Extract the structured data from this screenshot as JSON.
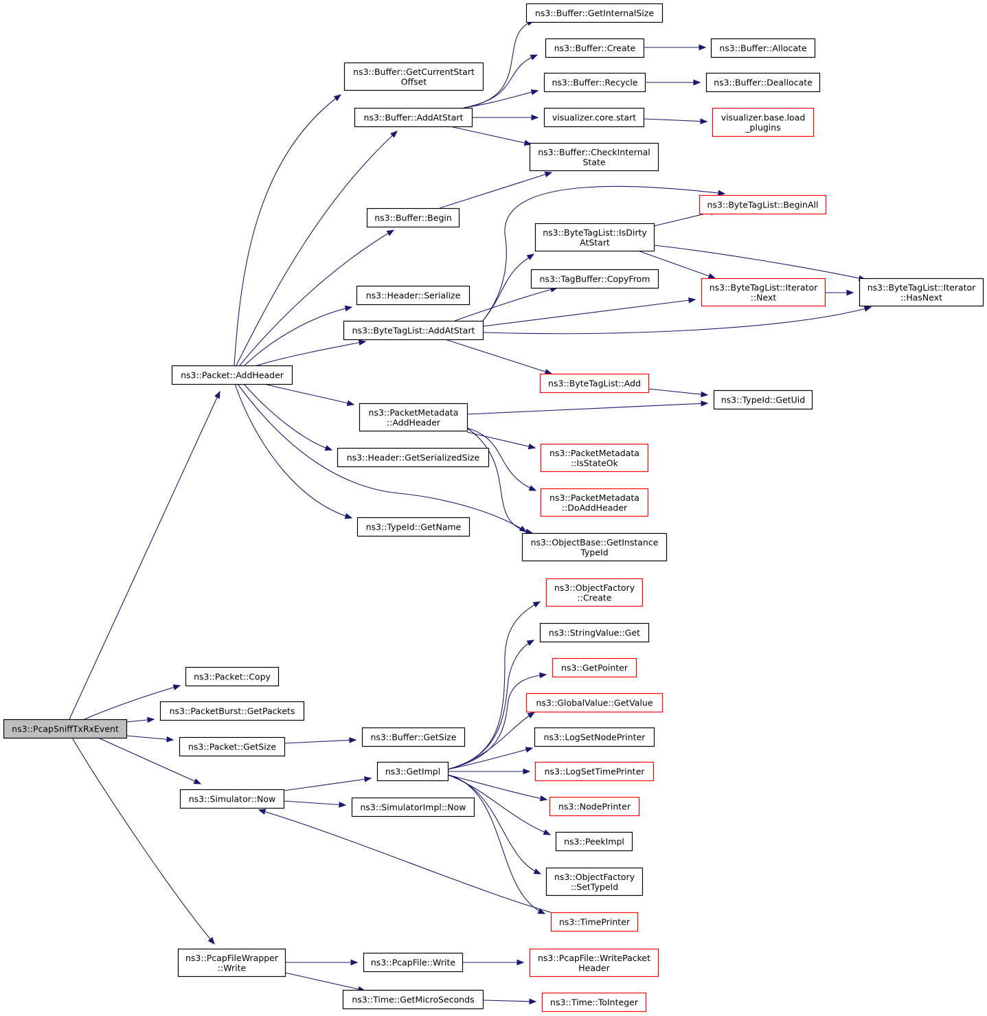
{
  "diagram": {
    "colors": {
      "edge": "#191970",
      "root_fill": "#bfbfbf",
      "normal_border": "#000000",
      "truncated_border": "#ff0000",
      "background": "#ffffff"
    },
    "nodes": [
      {
        "id": "pcapsniff",
        "lines": [
          "ns3::PcapSniffTxRxEvent"
        ],
        "style": "root"
      },
      {
        "id": "addheader",
        "lines": [
          "ns3::Packet::AddHeader"
        ],
        "style": "normal"
      },
      {
        "id": "copy",
        "lines": [
          "ns3::Packet::Copy"
        ],
        "style": "normal"
      },
      {
        "id": "getpackets",
        "lines": [
          "ns3::PacketBurst::GetPackets"
        ],
        "style": "normal"
      },
      {
        "id": "getsize",
        "lines": [
          "ns3::Packet::GetSize"
        ],
        "style": "normal"
      },
      {
        "id": "simnow",
        "lines": [
          "ns3::Simulator::Now"
        ],
        "style": "normal"
      },
      {
        "id": "pfwwrite",
        "lines": [
          "ns3::PcapFileWrapper",
          "::Write"
        ],
        "style": "normal"
      },
      {
        "id": "getcurrentstart",
        "lines": [
          "ns3::Buffer::GetCurrentStart",
          "Offset"
        ],
        "style": "normal"
      },
      {
        "id": "bufaddatstart",
        "lines": [
          "ns3::Buffer::AddAtStart"
        ],
        "style": "normal"
      },
      {
        "id": "bufbegin",
        "lines": [
          "ns3::Buffer::Begin"
        ],
        "style": "normal"
      },
      {
        "id": "hdrserialize",
        "lines": [
          "ns3::Header::Serialize"
        ],
        "style": "normal"
      },
      {
        "id": "btladdatstart",
        "lines": [
          "ns3::ByteTagList::AddAtStart"
        ],
        "style": "normal"
      },
      {
        "id": "pmaddheader",
        "lines": [
          "ns3::PacketMetadata",
          "::AddHeader"
        ],
        "style": "normal"
      },
      {
        "id": "hdrgetsersize",
        "lines": [
          "ns3::Header::GetSerializedSize"
        ],
        "style": "normal"
      },
      {
        "id": "typeidgetname",
        "lines": [
          "ns3::TypeId::GetName"
        ],
        "style": "normal"
      },
      {
        "id": "bufgetinternalsize",
        "lines": [
          "ns3::Buffer::GetInternalSize"
        ],
        "style": "normal"
      },
      {
        "id": "bufcreate",
        "lines": [
          "ns3::Buffer::Create"
        ],
        "style": "normal"
      },
      {
        "id": "bufrecycle",
        "lines": [
          "ns3::Buffer::Recycle"
        ],
        "style": "normal"
      },
      {
        "id": "viscorestart",
        "lines": [
          "visualizer.core.start"
        ],
        "style": "normal"
      },
      {
        "id": "bufcheckinternal",
        "lines": [
          "ns3::Buffer::CheckInternal",
          "State"
        ],
        "style": "normal"
      },
      {
        "id": "bufallocate",
        "lines": [
          "ns3::Buffer::Allocate"
        ],
        "style": "normal"
      },
      {
        "id": "bufdeallocate",
        "lines": [
          "ns3::Buffer::Deallocate"
        ],
        "style": "normal"
      },
      {
        "id": "visbaseload",
        "lines": [
          "visualizer.base.load",
          "_plugins"
        ],
        "style": "truncated"
      },
      {
        "id": "btlbeginall",
        "lines": [
          "ns3::ByteTagList::BeginAll"
        ],
        "style": "truncated"
      },
      {
        "id": "btlisdirty",
        "lines": [
          "ns3::ByteTagList::IsDirty",
          "AtStart"
        ],
        "style": "normal"
      },
      {
        "id": "tagbufcopyfrom",
        "lines": [
          "ns3::TagBuffer::CopyFrom"
        ],
        "style": "normal"
      },
      {
        "id": "btliternext",
        "lines": [
          "ns3::ByteTagList::Iterator",
          "::Next"
        ],
        "style": "truncated"
      },
      {
        "id": "btliterhasnext",
        "lines": [
          "ns3::ByteTagList::Iterator",
          "::HasNext"
        ],
        "style": "normal"
      },
      {
        "id": "btladd",
        "lines": [
          "ns3::ByteTagList::Add"
        ],
        "style": "truncated"
      },
      {
        "id": "typeidgetuid",
        "lines": [
          "ns3::TypeId::GetUid"
        ],
        "style": "normal"
      },
      {
        "id": "pmisstateok",
        "lines": [
          "ns3::PacketMetadata",
          "::IsStateOk"
        ],
        "style": "truncated"
      },
      {
        "id": "pmdoaddheader",
        "lines": [
          "ns3::PacketMetadata",
          "::DoAddHeader"
        ],
        "style": "truncated"
      },
      {
        "id": "objbasegetinst",
        "lines": [
          "ns3::ObjectBase::GetInstance",
          "TypeId"
        ],
        "style": "normal"
      },
      {
        "id": "buffergetsize",
        "lines": [
          "ns3::Buffer::GetSize"
        ],
        "style": "normal"
      },
      {
        "id": "getimpl",
        "lines": [
          "ns3::GetImpl"
        ],
        "style": "normal"
      },
      {
        "id": "simimplnow",
        "lines": [
          "ns3::SimulatorImpl::Now"
        ],
        "style": "normal"
      },
      {
        "id": "objfactcreate",
        "lines": [
          "ns3::ObjectFactory",
          "::Create"
        ],
        "style": "truncated"
      },
      {
        "id": "stringvalueget",
        "lines": [
          "ns3::StringValue::Get"
        ],
        "style": "normal"
      },
      {
        "id": "getpointer",
        "lines": [
          "ns3::GetPointer"
        ],
        "style": "truncated"
      },
      {
        "id": "globalvaluegetvalue",
        "lines": [
          "ns3::GlobalValue::GetValue"
        ],
        "style": "truncated"
      },
      {
        "id": "logsetnodeprinter",
        "lines": [
          "ns3::LogSetNodePrinter"
        ],
        "style": "normal"
      },
      {
        "id": "logsettimeprinter",
        "lines": [
          "ns3::LogSetTimePrinter"
        ],
        "style": "truncated"
      },
      {
        "id": "nodeprinter",
        "lines": [
          "ns3::NodePrinter"
        ],
        "style": "truncated"
      },
      {
        "id": "peekimpl",
        "lines": [
          "ns3::PeekImpl"
        ],
        "style": "normal"
      },
      {
        "id": "objfactsettypeid",
        "lines": [
          "ns3::ObjectFactory",
          "::SetTypeId"
        ],
        "style": "normal"
      },
      {
        "id": "timeprinter",
        "lines": [
          "ns3::TimePrinter"
        ],
        "style": "truncated"
      },
      {
        "id": "pcapfilewrite",
        "lines": [
          "ns3::PcapFile::Write"
        ],
        "style": "normal"
      },
      {
        "id": "pcapfilewritepkthdr",
        "lines": [
          "ns3::PcapFile::WritePacket",
          "Header"
        ],
        "style": "truncated"
      },
      {
        "id": "timegetmicro",
        "lines": [
          "ns3::Time::GetMicroSeconds"
        ],
        "style": "normal"
      },
      {
        "id": "timetointeger",
        "lines": [
          "ns3::Time::ToInteger"
        ],
        "style": "truncated"
      }
    ],
    "edges": [
      {
        "from": "pcapsniff",
        "to": "addheader"
      },
      {
        "from": "pcapsniff",
        "to": "copy"
      },
      {
        "from": "pcapsniff",
        "to": "getpackets"
      },
      {
        "from": "pcapsniff",
        "to": "getsize"
      },
      {
        "from": "pcapsniff",
        "to": "simnow"
      },
      {
        "from": "pcapsniff",
        "to": "pfwwrite"
      },
      {
        "from": "addheader",
        "to": "getcurrentstart"
      },
      {
        "from": "addheader",
        "to": "bufaddatstart"
      },
      {
        "from": "addheader",
        "to": "bufbegin"
      },
      {
        "from": "addheader",
        "to": "hdrserialize"
      },
      {
        "from": "addheader",
        "to": "btladdatstart"
      },
      {
        "from": "addheader",
        "to": "pmaddheader"
      },
      {
        "from": "addheader",
        "to": "hdrgetsersize"
      },
      {
        "from": "addheader",
        "to": "typeidgetname"
      },
      {
        "from": "addheader",
        "to": "objbasegetinst"
      },
      {
        "from": "bufaddatstart",
        "to": "bufgetinternalsize"
      },
      {
        "from": "bufaddatstart",
        "to": "bufcreate"
      },
      {
        "from": "bufaddatstart",
        "to": "bufrecycle"
      },
      {
        "from": "bufaddatstart",
        "to": "viscorestart"
      },
      {
        "from": "bufaddatstart",
        "to": "bufcheckinternal"
      },
      {
        "from": "bufcreate",
        "to": "bufallocate"
      },
      {
        "from": "bufrecycle",
        "to": "bufdeallocate"
      },
      {
        "from": "viscorestart",
        "to": "visbaseload"
      },
      {
        "from": "bufbegin",
        "to": "bufcheckinternal"
      },
      {
        "from": "btladdatstart",
        "to": "btlbeginall"
      },
      {
        "from": "btladdatstart",
        "to": "btlisdirty"
      },
      {
        "from": "btladdatstart",
        "to": "tagbufcopyfrom"
      },
      {
        "from": "btladdatstart",
        "to": "btliternext"
      },
      {
        "from": "btladdatstart",
        "to": "btliterhasnext"
      },
      {
        "from": "btladdatstart",
        "to": "btladd"
      },
      {
        "from": "btlisdirty",
        "to": "btlbeginall"
      },
      {
        "from": "btlisdirty",
        "to": "btliternext"
      },
      {
        "from": "btlisdirty",
        "to": "btliterhasnext"
      },
      {
        "from": "btliternext",
        "to": "btliterhasnext"
      },
      {
        "from": "btladd",
        "to": "typeidgetuid"
      },
      {
        "from": "pmaddheader",
        "to": "typeidgetuid"
      },
      {
        "from": "pmaddheader",
        "to": "pmisstateok"
      },
      {
        "from": "pmaddheader",
        "to": "pmdoaddheader"
      },
      {
        "from": "pmaddheader",
        "to": "objbasegetinst"
      },
      {
        "from": "getsize",
        "to": "buffergetsize"
      },
      {
        "from": "simnow",
        "to": "getimpl"
      },
      {
        "from": "simnow",
        "to": "simimplnow"
      },
      {
        "from": "getimpl",
        "to": "objfactcreate"
      },
      {
        "from": "getimpl",
        "to": "stringvalueget"
      },
      {
        "from": "getimpl",
        "to": "getpointer"
      },
      {
        "from": "getimpl",
        "to": "globalvaluegetvalue"
      },
      {
        "from": "getimpl",
        "to": "logsetnodeprinter"
      },
      {
        "from": "getimpl",
        "to": "logsettimeprinter"
      },
      {
        "from": "getimpl",
        "to": "nodeprinter"
      },
      {
        "from": "getimpl",
        "to": "peekimpl"
      },
      {
        "from": "getimpl",
        "to": "objfactsettypeid"
      },
      {
        "from": "getimpl",
        "to": "timeprinter"
      },
      {
        "from": "timeprinter",
        "to": "simnow"
      },
      {
        "from": "pfwwrite",
        "to": "pcapfilewrite"
      },
      {
        "from": "pfwwrite",
        "to": "timegetmicro"
      },
      {
        "from": "pcapfilewrite",
        "to": "pcapfilewritepkthdr"
      },
      {
        "from": "timegetmicro",
        "to": "timetointeger"
      }
    ]
  }
}
